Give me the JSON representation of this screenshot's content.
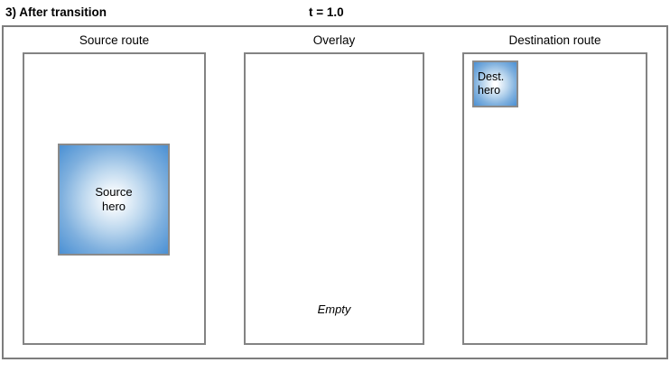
{
  "header": {
    "title": "3) After transition",
    "time_label": "t = 1.0"
  },
  "columns": {
    "source": {
      "label": "Source route"
    },
    "overlay": {
      "label": "Overlay",
      "empty_label": "Empty"
    },
    "destination": {
      "label": "Destination route"
    }
  },
  "heroes": {
    "source": {
      "line1": "Source",
      "line2": "hero"
    },
    "destination": {
      "line1": "Dest.",
      "line2": "hero"
    }
  },
  "colors": {
    "frame_border": "#7d7d7d",
    "panel_border": "#838383",
    "hero_border": "#8a8a8a",
    "hero_edge_blue": "#4a90d4",
    "hero_center": "#ffffff",
    "text": "#000000",
    "background": "#ffffff"
  }
}
